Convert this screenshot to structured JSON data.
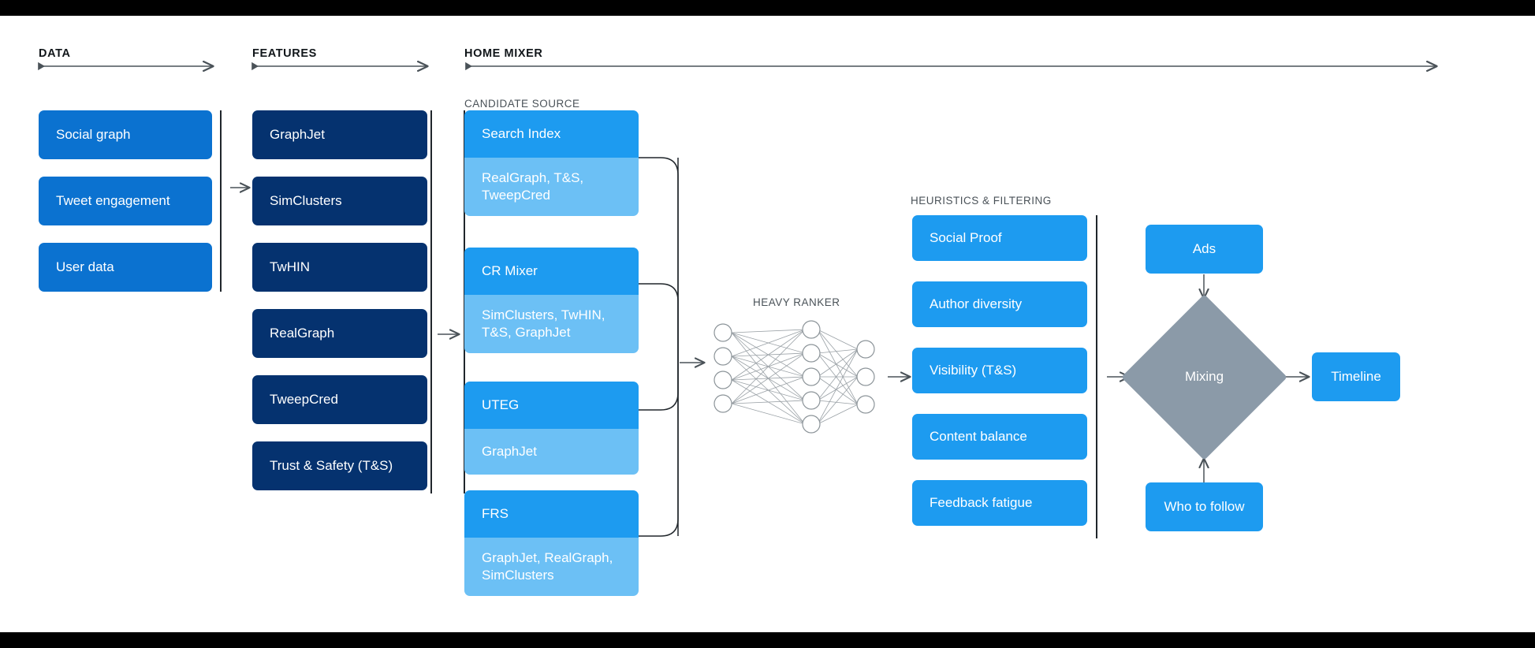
{
  "page": {
    "background": "#ffffff",
    "frame_color": "#000000"
  },
  "colors": {
    "data_blue": "#0b72d0",
    "feature_navy": "#05326f",
    "candidate_head": "#1d9bf0",
    "candidate_body": "#6cc0f5",
    "heuristic_blue": "#1d9bf0",
    "output_blue": "#1d9bf0",
    "diamond_gray": "#8b9aa8",
    "rule_dark": "#20262b",
    "arrow_gray": "#4a5258",
    "node_stroke": "#8c9499"
  },
  "sections": {
    "data": {
      "title": "DATA"
    },
    "features": {
      "title": "FEATURES"
    },
    "home_mixer": {
      "title": "HOME MIXER"
    },
    "candidate_source": {
      "title": "CANDIDATE SOURCE"
    },
    "heavy_ranker": {
      "title": "HEAVY RANKER"
    },
    "heuristics": {
      "title": "HEURISTICS & FILTERING"
    }
  },
  "data_boxes": [
    {
      "label": "Social graph"
    },
    {
      "label": "Tweet engagement"
    },
    {
      "label": "User data"
    }
  ],
  "feature_boxes": [
    {
      "label": "GraphJet"
    },
    {
      "label": "SimClusters"
    },
    {
      "label": "TwHIN"
    },
    {
      "label": "RealGraph"
    },
    {
      "label": "TweepCred"
    },
    {
      "label": "Trust & Safety (T&S)"
    }
  ],
  "candidate_sources": [
    {
      "head": "Search Index",
      "body": "RealGraph, T&S,\nTweepCred"
    },
    {
      "head": "CR Mixer",
      "body": "SimClusters, TwHIN,\nT&S, GraphJet"
    },
    {
      "head": "UTEG",
      "body": "GraphJet"
    },
    {
      "head": "FRS",
      "body": "GraphJet, RealGraph,\nSimClusters"
    }
  ],
  "heavy_ranker": {
    "label": "HEAVY RANKER",
    "layers": [
      4,
      5,
      3
    ]
  },
  "heuristic_boxes": [
    {
      "label": "Social Proof"
    },
    {
      "label": "Author diversity"
    },
    {
      "label": "Visibility (T&S)"
    },
    {
      "label": "Content balance"
    },
    {
      "label": "Feedback fatigue"
    }
  ],
  "mixing": {
    "ads_label": "Ads",
    "who_to_follow_label": "Who to follow",
    "diamond_label": "Mixing",
    "timeline_label": "Timeline"
  },
  "icons": {
    "arrow_right": "arrow-right-icon",
    "arrow_down": "arrow-down-icon",
    "arrow_up": "arrow-up-icon",
    "axis_arrow": "axis-arrow-icon",
    "brace": "brace-connector-icon"
  }
}
